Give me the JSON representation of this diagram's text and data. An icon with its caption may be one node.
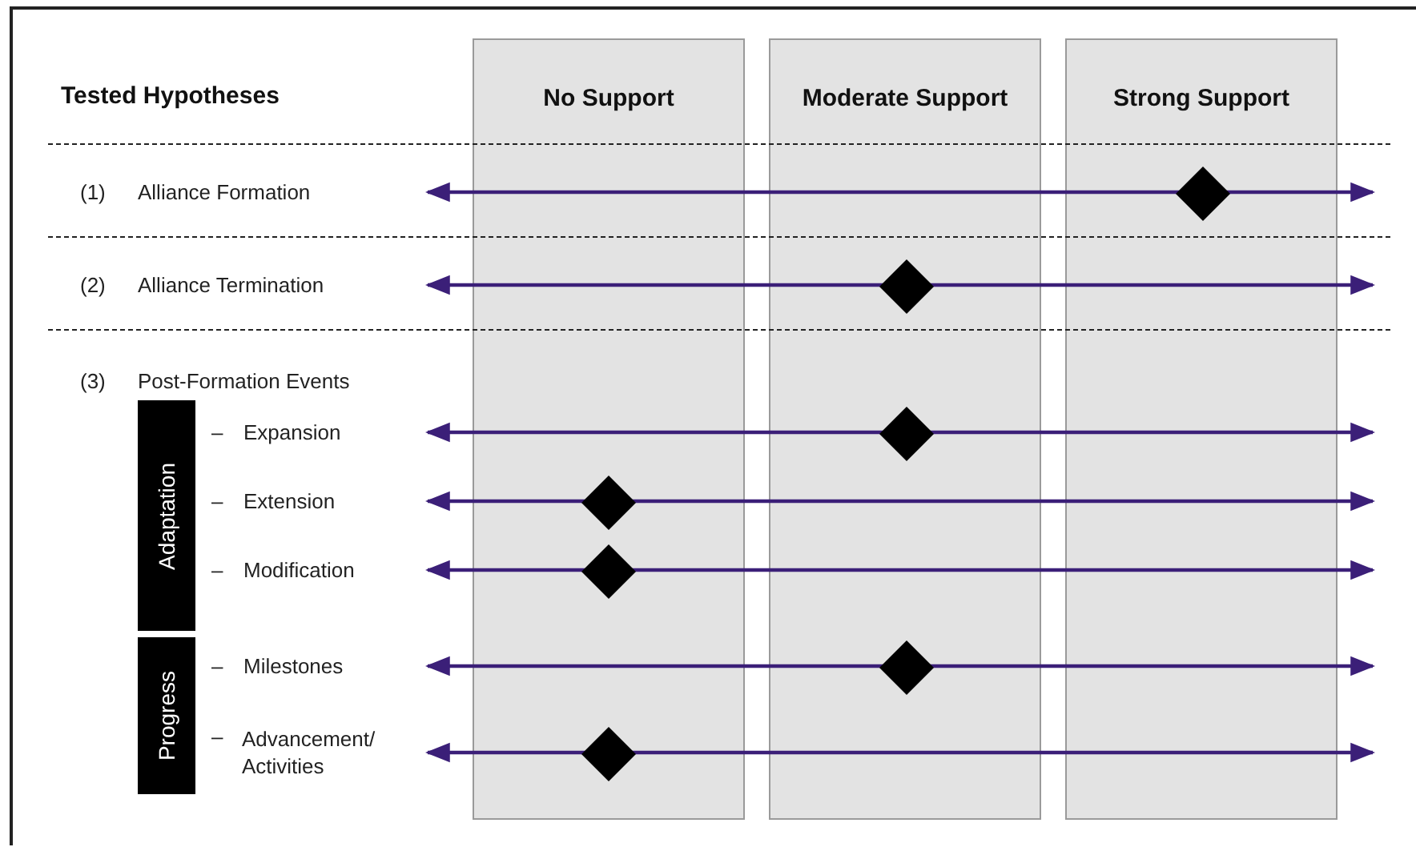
{
  "diagram": {
    "nodes": [
      {
        "text": [
          "No Support"
        ]
      },
      {
        "text": [
          "Moderate Support"
        ]
      },
      {
        "text": [
          "Strong Support"
        ]
      },
      {
        "text": [
          "Adaptation"
        ]
      },
      {
        "text": [
          "Progress"
        ]
      },
      {
        "text": [],
        "shape": "diamond",
        "in": 2
      },
      {
        "text": [],
        "shape": "diamond",
        "in": 1
      },
      {
        "text": [],
        "shape": "diamond",
        "in": 1
      },
      {
        "text": [],
        "shape": "diamond",
        "in": 0
      },
      {
        "text": [],
        "shape": "diamond",
        "in": 0
      },
      {
        "text": [],
        "shape": "diamond",
        "in": 1
      },
      {
        "text": [],
        "shape": "diamond",
        "in": 0
      }
    ],
    "labels": [
      "Tested Hypotheses",
      "(1)",
      "Alliance Formation",
      "(2)",
      "Alliance Termination",
      "(3)",
      "Post-Formation Events",
      "–",
      "Expansion",
      "–",
      "Extension",
      "–",
      "Modification",
      "–",
      "Milestones",
      "–",
      "Advancement/ Activities"
    ]
  }
}
